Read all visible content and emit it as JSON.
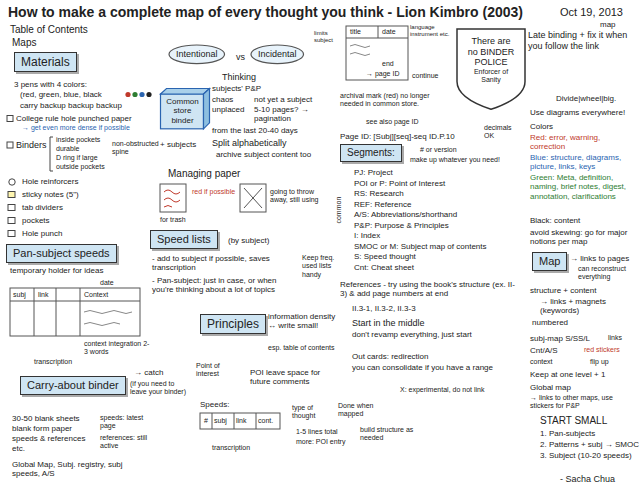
{
  "diagram": {
    "title": "How to make a complete map of every thought you think - Lion Kimbro (2003)",
    "nodes": [
      {
        "text": [
          "Materials"
        ]
      },
      {
        "text": [
          "Pan-subject speeds"
        ]
      },
      {
        "text": [
          "Carry-about binder"
        ]
      },
      {
        "text": [
          "Intentional"
        ]
      },
      {
        "text": [
          "Incidental"
        ]
      },
      {
        "text": [
          "Common store binder"
        ]
      },
      {
        "text": [
          "Speed lists"
        ]
      },
      {
        "text": [
          "Principles"
        ]
      },
      {
        "text": [
          "There are no BINDER POLICE",
          "Enforcer of Sanity"
        ]
      },
      {
        "text": [
          "Segments:"
        ]
      },
      {
        "text": [
          "Map"
        ]
      }
    ],
    "labels": [
      "Table of Contents",
      "Maps",
      "3 pens with 4 colors:",
      "(red, green, blue, black",
      "carry backup backup backup",
      "College rule hole punched paper",
      "→ get even more dense if possible",
      "Binders",
      "inside pockets",
      "durable",
      "D ring if large",
      "outside pockets",
      "non-obstructed spine",
      "Hole reinforcers",
      "sticky notes (5\")",
      "tab dividers",
      "pockets",
      "Hole punch",
      "temporary holder for ideas",
      "date",
      "subj",
      "link",
      "Context",
      "context integration 2-3 words",
      "transcription",
      "→ catch",
      "(if you need to leave your binder)",
      "30-50 blank sheets",
      "blank form paper",
      "speeds & references",
      "etc.",
      "speeds: latest page",
      "references: still active",
      "Global Map, Subj. registry, subj speeds, A/S",
      "vs",
      "Thinking",
      "subjects' P&P",
      "chaos",
      "unplaced",
      "not yet a subject",
      "5-10 pages? → pagination",
      "from the last 20-40 days",
      "+ subjects",
      "Split alphabetically",
      "archive subject content too",
      "Managing paper",
      "red if possible",
      "for trash",
      "going to throw away, still using",
      "(by subject)",
      "- add to subject if possible, saves transcription",
      "- Pan-subject: just in case, or when you're thinking about a lot of topics",
      "Keep freq. used lists handy",
      "information density ↔ write small!",
      "esp. table of contents",
      "Point of interest",
      "POI leave space for future comments",
      "Speeds:",
      "#",
      "subj",
      "link",
      "cont.",
      "type of thought",
      "Done when mapped",
      "1-5 lines total",
      "more: POI entry",
      "build structure as needed",
      "transcription",
      "limits subject",
      "title",
      "date",
      "language instrument etc.",
      "end",
      "→ page ID",
      "continue",
      "archival mark (red) no longer needed in common store.",
      "see also page ID",
      "Late binding + fix it when you follow the link",
      "Page ID: [Subj][seq]-seq ID.P.10",
      "decimals OK",
      "# or version",
      "make up whatever you need!",
      "PJ: Project",
      "POI or P: Point of Interest",
      "RS: Research",
      "REF: Reference",
      "A/S: Abbreviations/shorthand",
      "P&P: Purpose & Principles",
      "I: Index",
      "SMOC or M: Subject map of contents",
      "S: Speed thought",
      "Cnt: Cheat sheet",
      "common",
      "References - try using the book's structure (ex. II-3) & add page numbers at end",
      "II.3-1, II.3-2, II.3-3",
      "Start in the middle",
      "don't revamp everything, just start",
      "Out cards: redirection",
      "you can consolidate if you have a range",
      "X: experimental, do not link",
      "Divide|wheel|big.",
      "Use diagrams everywhere!",
      "Colors",
      "Red: error, warning, correction",
      "Blue: structure, diagrams, picture, links, keys",
      "Green: Meta, definition, naming, brief notes, digest, annotation, clarifications",
      "Black: content",
      "avoid skewing: go for major notions per map",
      "→ links to pages",
      "can reconstruct everything",
      "structure + content",
      "→ links + magnets (keywords)",
      "numbered",
      "subj-map S/SS/L",
      "links",
      "Cnt/A/S",
      "red stickers",
      "context",
      "flip up",
      "Keep at one level + 1",
      "Global map",
      "→ links to other maps, use stickers for P&P",
      "START SMALL",
      "1. Pan-subjects",
      "2. Patterns + subj → SMOC",
      "3. Subject (10-20 speeds)",
      "- Sacha Chua",
      "Oct 19, 2013",
      "map"
    ]
  }
}
